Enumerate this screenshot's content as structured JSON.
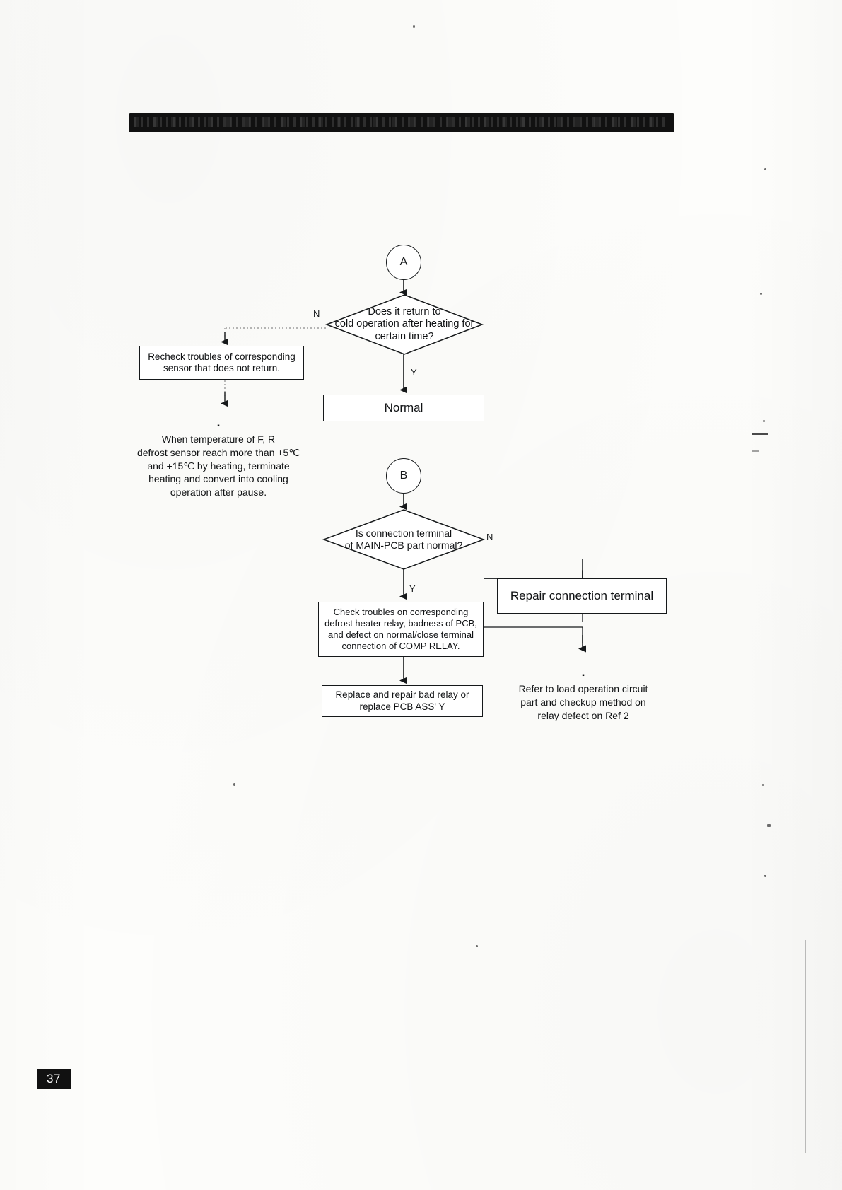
{
  "page": {
    "number": "37",
    "header_bar_present": true
  },
  "flowchart": {
    "connector_a": {
      "label": "A"
    },
    "connector_b": {
      "label": "B"
    },
    "decision_1": {
      "text": "Does it return to\ncold operation after heating for\ncertain time?",
      "yes_label": "Y",
      "no_label": "N"
    },
    "decision_2": {
      "text": "Is connection terminal\nof MAIN-PCB part normal?",
      "yes_label": "Y",
      "no_label": "N"
    },
    "process_normal": {
      "text": "Normal"
    },
    "process_recheck": {
      "text": "Recheck troubles of corresponding\nsensor that does not return."
    },
    "process_repair_terminal": {
      "text": "Repair  connection terminal"
    },
    "process_check_troubles": {
      "text": "Check  troubles on  corresponding\ndefrost heater relay,  badness of  PCB,\nand  defect on  normal/close terminal\nconnection of COMP RELAY."
    },
    "process_replace_relay": {
      "text": "Replace and repair bad relay or\nreplace PCB ASS' Y"
    },
    "note_sensor_temperature": {
      "bullet": "▪",
      "text": "When  temperature of F, R\ndefrost sensor reach more than +5℃\nand +15℃ by heating, terminate\nheating and convert into cooling\noperation after pause."
    },
    "note_refer_ref2": {
      "bullet": "▪",
      "text": "Refer to  load operation  circuit\npart  and checkup  method on\nrelay defect on Ref 2"
    }
  },
  "colors": {
    "ink": "#101214",
    "line": "#15181a",
    "paper": "#fdfdfb",
    "bar": "#111111"
  }
}
